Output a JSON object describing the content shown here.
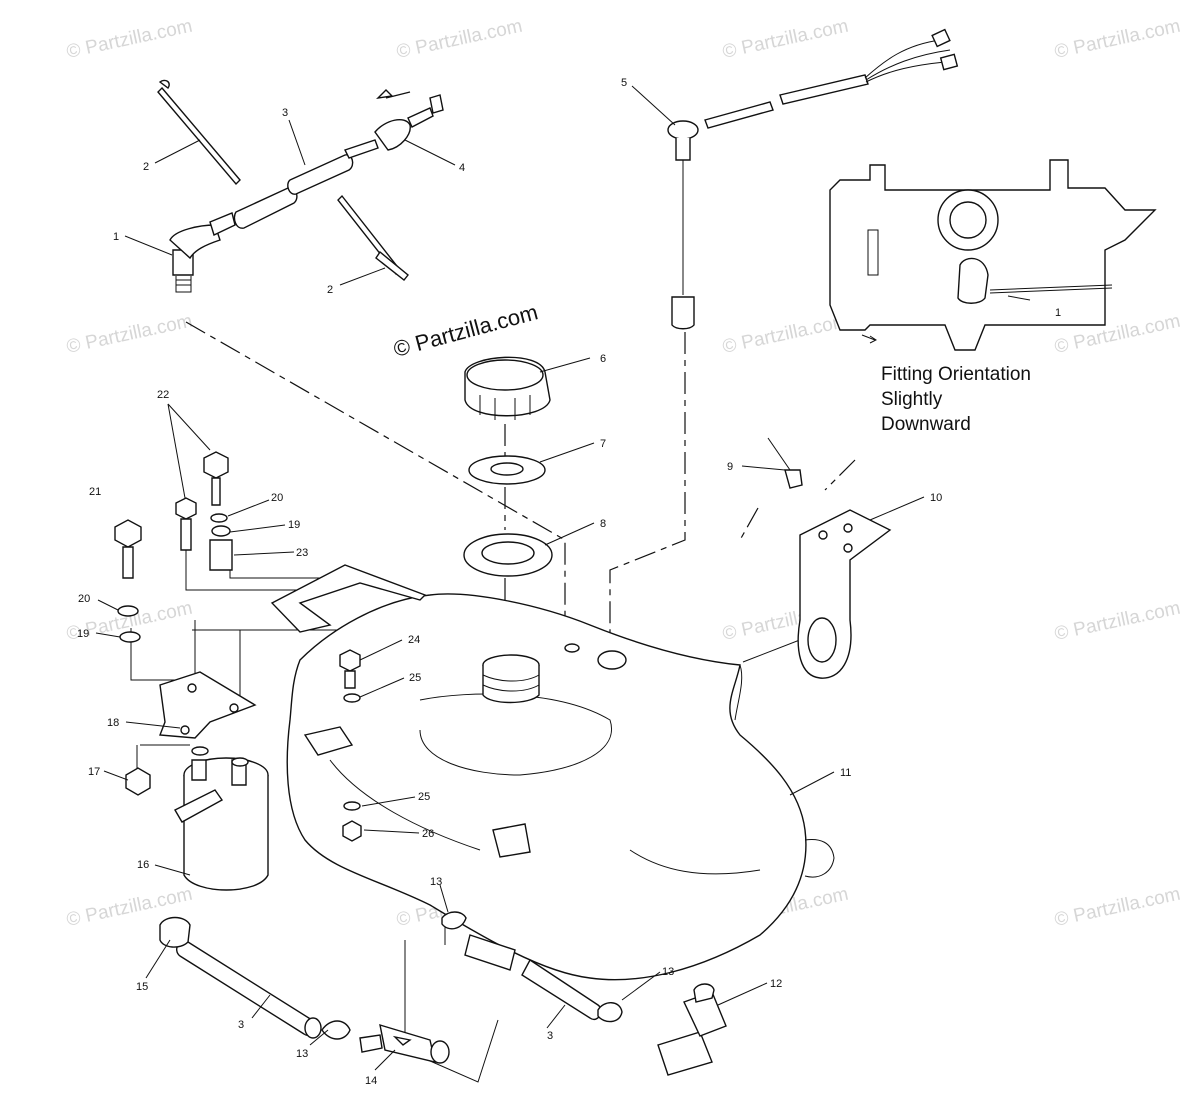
{
  "watermark_text": "© Partzilla.com",
  "main_watermark": "© Partzilla.com",
  "orientation_note": {
    "line1": "Fitting Orientation",
    "line2": "Slightly",
    "line3": "Downward"
  },
  "inset_callout": "1",
  "callouts": [
    "1",
    "2",
    "2",
    "3",
    "4",
    "5",
    "6",
    "7",
    "8",
    "9",
    "10",
    "11",
    "12",
    "13",
    "13",
    "13",
    "13",
    "14",
    "15",
    "16",
    "17",
    "18",
    "19",
    "19",
    "20",
    "20",
    "21",
    "22",
    "23",
    "24",
    "25",
    "25",
    "26",
    "3",
    "3"
  ],
  "icons": {
    "flow-arrow": "arrow-left-icon"
  }
}
